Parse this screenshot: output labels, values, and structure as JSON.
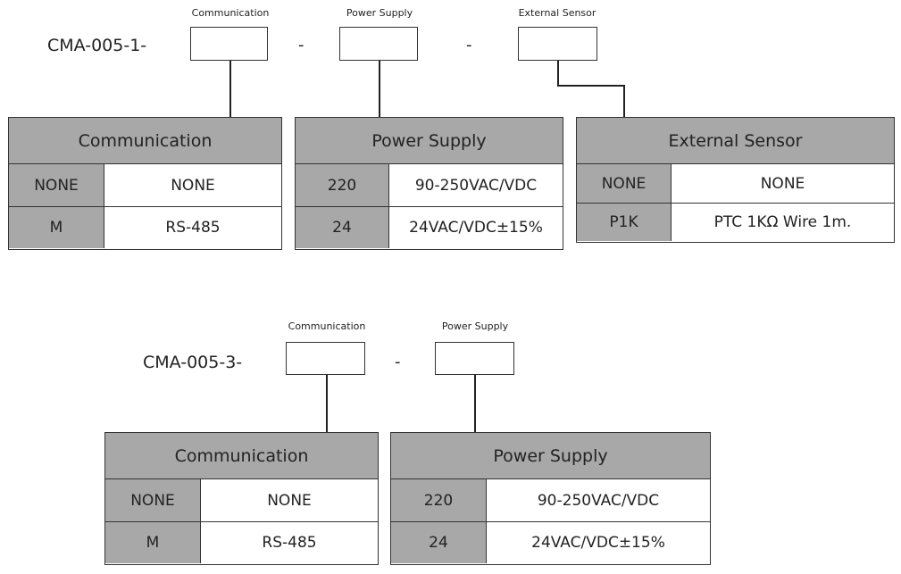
{
  "diagram1": {
    "prefix": "CMA-005-1-",
    "dash1": "-",
    "dash2": "-",
    "captions": [
      "Communication",
      "Power Supply",
      "External Sensor"
    ],
    "tables": [
      {
        "title": "Communication",
        "rows": [
          {
            "code": "NONE",
            "desc": "NONE"
          },
          {
            "code": "M",
            "desc": "RS-485"
          }
        ]
      },
      {
        "title": "Power Supply",
        "rows": [
          {
            "code": "220",
            "desc": "90-250VAC/VDC"
          },
          {
            "code": "24",
            "desc": "24VAC/VDC±15%"
          }
        ]
      },
      {
        "title": "External Sensor",
        "rows": [
          {
            "code": "NONE",
            "desc": "NONE"
          },
          {
            "code": "P1K",
            "desc": "PTC 1KΩ Wire 1m."
          }
        ]
      }
    ]
  },
  "diagram2": {
    "prefix": "CMA-005-3-",
    "dash1": "-",
    "captions": [
      "Communication",
      "Power Supply"
    ],
    "tables": [
      {
        "title": "Communication",
        "rows": [
          {
            "code": "NONE",
            "desc": "NONE"
          },
          {
            "code": "M",
            "desc": "RS-485"
          }
        ]
      },
      {
        "title": "Power Supply",
        "rows": [
          {
            "code": "220",
            "desc": "90-250VAC/VDC"
          },
          {
            "code": "24",
            "desc": "24VAC/VDC±15%"
          }
        ]
      }
    ]
  },
  "colors": {
    "header_fill": "#a8a8a8",
    "border": "#333333",
    "text": "#222222"
  }
}
